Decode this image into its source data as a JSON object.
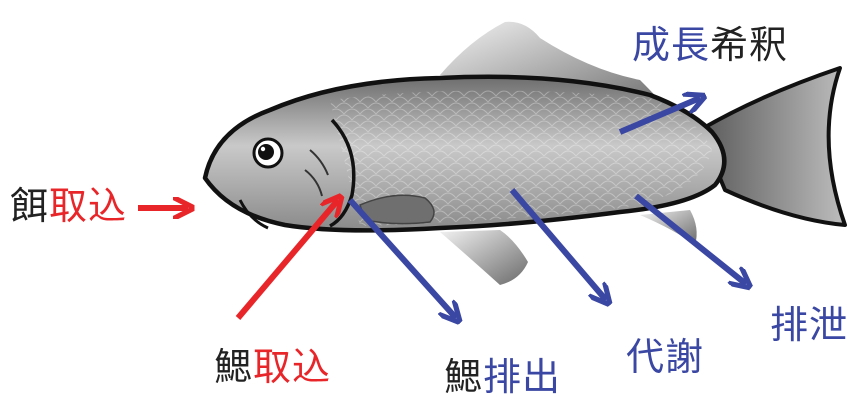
{
  "labels": {
    "feed_intake": {
      "prefix": "餌",
      "suffix": "取込"
    },
    "gill_intake": {
      "prefix": "鰓",
      "suffix": "取込"
    },
    "gill_excretion": {
      "prefix": "鰓",
      "suffix": "排出"
    },
    "metabolism": {
      "text": "代謝"
    },
    "excretion": {
      "text": "排泄"
    },
    "growth_dilution": {
      "prefix": "成長",
      "suffix": "希釈"
    }
  },
  "colors": {
    "uptake": "#e8262a",
    "elimination": "#3a47a3",
    "text": "#222222"
  }
}
